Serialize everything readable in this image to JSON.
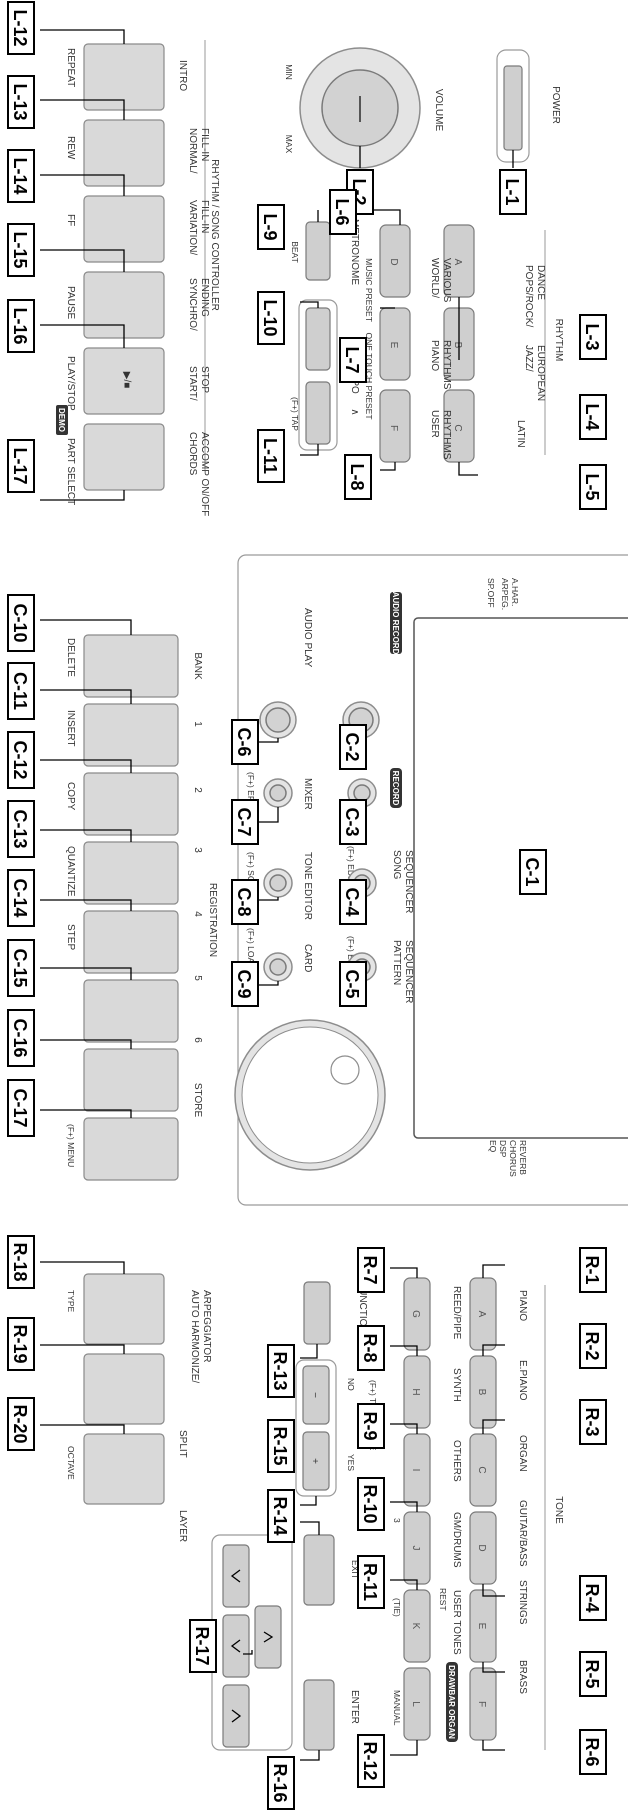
{
  "left": {
    "power": "POWER",
    "volume": "VOLUME",
    "min": "MIN",
    "max": "MAX",
    "metronome": "METRONOME",
    "beat": "BEAT",
    "tempo": "TEMPO",
    "tempo_down": "∨",
    "tempo_up": "∧",
    "tap": "(F+) TAP",
    "rhythm": "RHYTHM",
    "pops": "POPS/ROCK/\nDANCE",
    "jazz": "JAZZ/\nEUROPEAN",
    "latin": "LATIN",
    "world": "WORLD/\nVARIOUS",
    "piano_rhythms": "PIANO\nRHYTHMS",
    "user_rhythms": "USER\nRHYTHMS",
    "music_preset": "MUSIC PRESET",
    "one_touch": "ONE TOUCH PRESET",
    "key_a": "A",
    "key_b": "B",
    "key_c": "C",
    "key_d": "D",
    "key_e": "E",
    "key_f": "F",
    "controller": "RHYTHM / SONG CONTROLLER",
    "intro": "INTRO",
    "repeat": "REPEAT",
    "normal": "NORMAL/\nFILL-IN",
    "rew": "REW",
    "variation": "VARIATION/\nFILL-IN",
    "ff": "FF",
    "synchro": "SYNCHRO/\nENDING",
    "pause": "PAUSE",
    "start_stop": "START/\nSTOP",
    "play_stop": "PLAY/STOP",
    "play_symbol": "▶/■",
    "demo": "DEMO",
    "chords": "CHORDS\nACCOMP ON/OFF",
    "part_select": "PART SELECT"
  },
  "center": {
    "a_har": "A.HAR.",
    "arpeg": "ARPEG.",
    "sp_off": "SP.OFF",
    "reverb": "REVERB",
    "chorus": "CHORUS",
    "dsp": "DSP",
    "eq": "EQ",
    "audio_record": "AUDIO RECORD",
    "audio_play": "AUDIO PLAY",
    "record": "RECORD",
    "mixer": "MIXER",
    "effect": "(F+) EFFECT",
    "song_seq": "SONG\nSEQUENCER",
    "seq_edit": "(F+) EDIT",
    "tone_editor": "TONE EDITOR",
    "scale": "(F+) SCALE",
    "pattern_seq": "PATTERN\nSEQUENCER",
    "pattern_edit": "(F+) EDIT",
    "card": "CARD",
    "load_save": "(F+) LOAD/SAVE",
    "registration": "REGISTRATION",
    "bank": "BANK",
    "delete": "DELETE",
    "n1": "1",
    "insert": "INSERT",
    "n2": "2",
    "copy": "COPY",
    "n3": "3",
    "quantize": "QUANTIZE",
    "n4": "4",
    "step": "STEP",
    "n5": "5",
    "n6": "6",
    "store": "STORE",
    "menu": "(F+) MENU"
  },
  "right": {
    "tone": "TONE",
    "piano": "PIANO",
    "epiano": "E.PIANO",
    "organ": "ORGAN",
    "guitar_bass": "GUITAR/BASS",
    "strings": "STRINGS",
    "brass": "BRASS",
    "reed_pipe": "REED/PIPE",
    "synth": "SYNTH",
    "others": "OTHERS",
    "gm_drums": "GM/DRUMS",
    "user_tones": "USER TONES",
    "drawbar_organ": "DRAWBAR ORGAN",
    "manual": "MANUAL",
    "rest": "REST",
    "tie": "(TIE)",
    "triplet": "3",
    "key_a": "A",
    "key_b": "B",
    "key_c": "C",
    "key_d": "D",
    "key_e": "E",
    "key_f": "F",
    "key_g": "G",
    "key_h": "H",
    "key_i": "I",
    "key_j": "J",
    "key_k": "K",
    "key_l": "L",
    "function": "FUNCTION",
    "transpose": "(F+) TRANSPOSE",
    "no": "NO",
    "yes": "YES",
    "minus": "−",
    "plus": "+",
    "exit": "EXIT",
    "enter": "ENTER",
    "auto_harmonize": "AUTO HARMONIZE/\nARPEGGIATOR",
    "type": "TYPE",
    "split": "SPLIT",
    "layer": "LAYER",
    "octave": "OCTAVE"
  },
  "callouts": {
    "l1": "L-1",
    "l2": "L-2",
    "l3": "L-3",
    "l4": "L-4",
    "l5": "L-5",
    "l6": "L-6",
    "l7": "L-7",
    "l8": "L-8",
    "l9": "L-9",
    "l10": "L-10",
    "l11": "L-11",
    "l12": "L-12",
    "l13": "L-13",
    "l14": "L-14",
    "l15": "L-15",
    "l16": "L-16",
    "l17": "L-17",
    "c1": "C-1",
    "c2": "C-2",
    "c3": "C-3",
    "c4": "C-4",
    "c5": "C-5",
    "c6": "C-6",
    "c7": "C-7",
    "c8": "C-8",
    "c9": "C-9",
    "c10": "C-10",
    "c11": "C-11",
    "c12": "C-12",
    "c13": "C-13",
    "c14": "C-14",
    "c15": "C-15",
    "c16": "C-16",
    "c17": "C-17",
    "r1": "R-1",
    "r2": "R-2",
    "r3": "R-3",
    "r4": "R-4",
    "r5": "R-5",
    "r6": "R-6",
    "r7": "R-7",
    "r8": "R-8",
    "r9": "R-9",
    "r10": "R-10",
    "r11": "R-11",
    "r12": "R-12",
    "r13": "R-13",
    "r14": "R-14",
    "r15": "R-15",
    "r16": "R-16",
    "r17": "R-17",
    "r18": "R-18",
    "r19": "R-19",
    "r20": "R-20"
  }
}
